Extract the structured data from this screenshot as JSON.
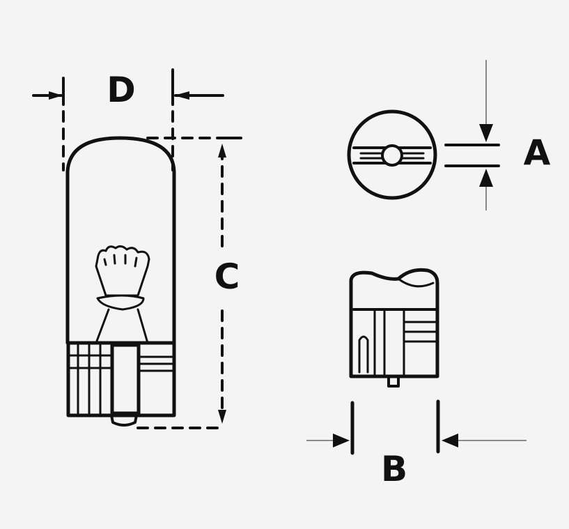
{
  "labels": {
    "a": "A",
    "b": "B",
    "c": "C",
    "d": "D"
  },
  "colors": {
    "ink": "#111111",
    "guide": "#8a8a8a",
    "paper": "#f4f4f4"
  }
}
